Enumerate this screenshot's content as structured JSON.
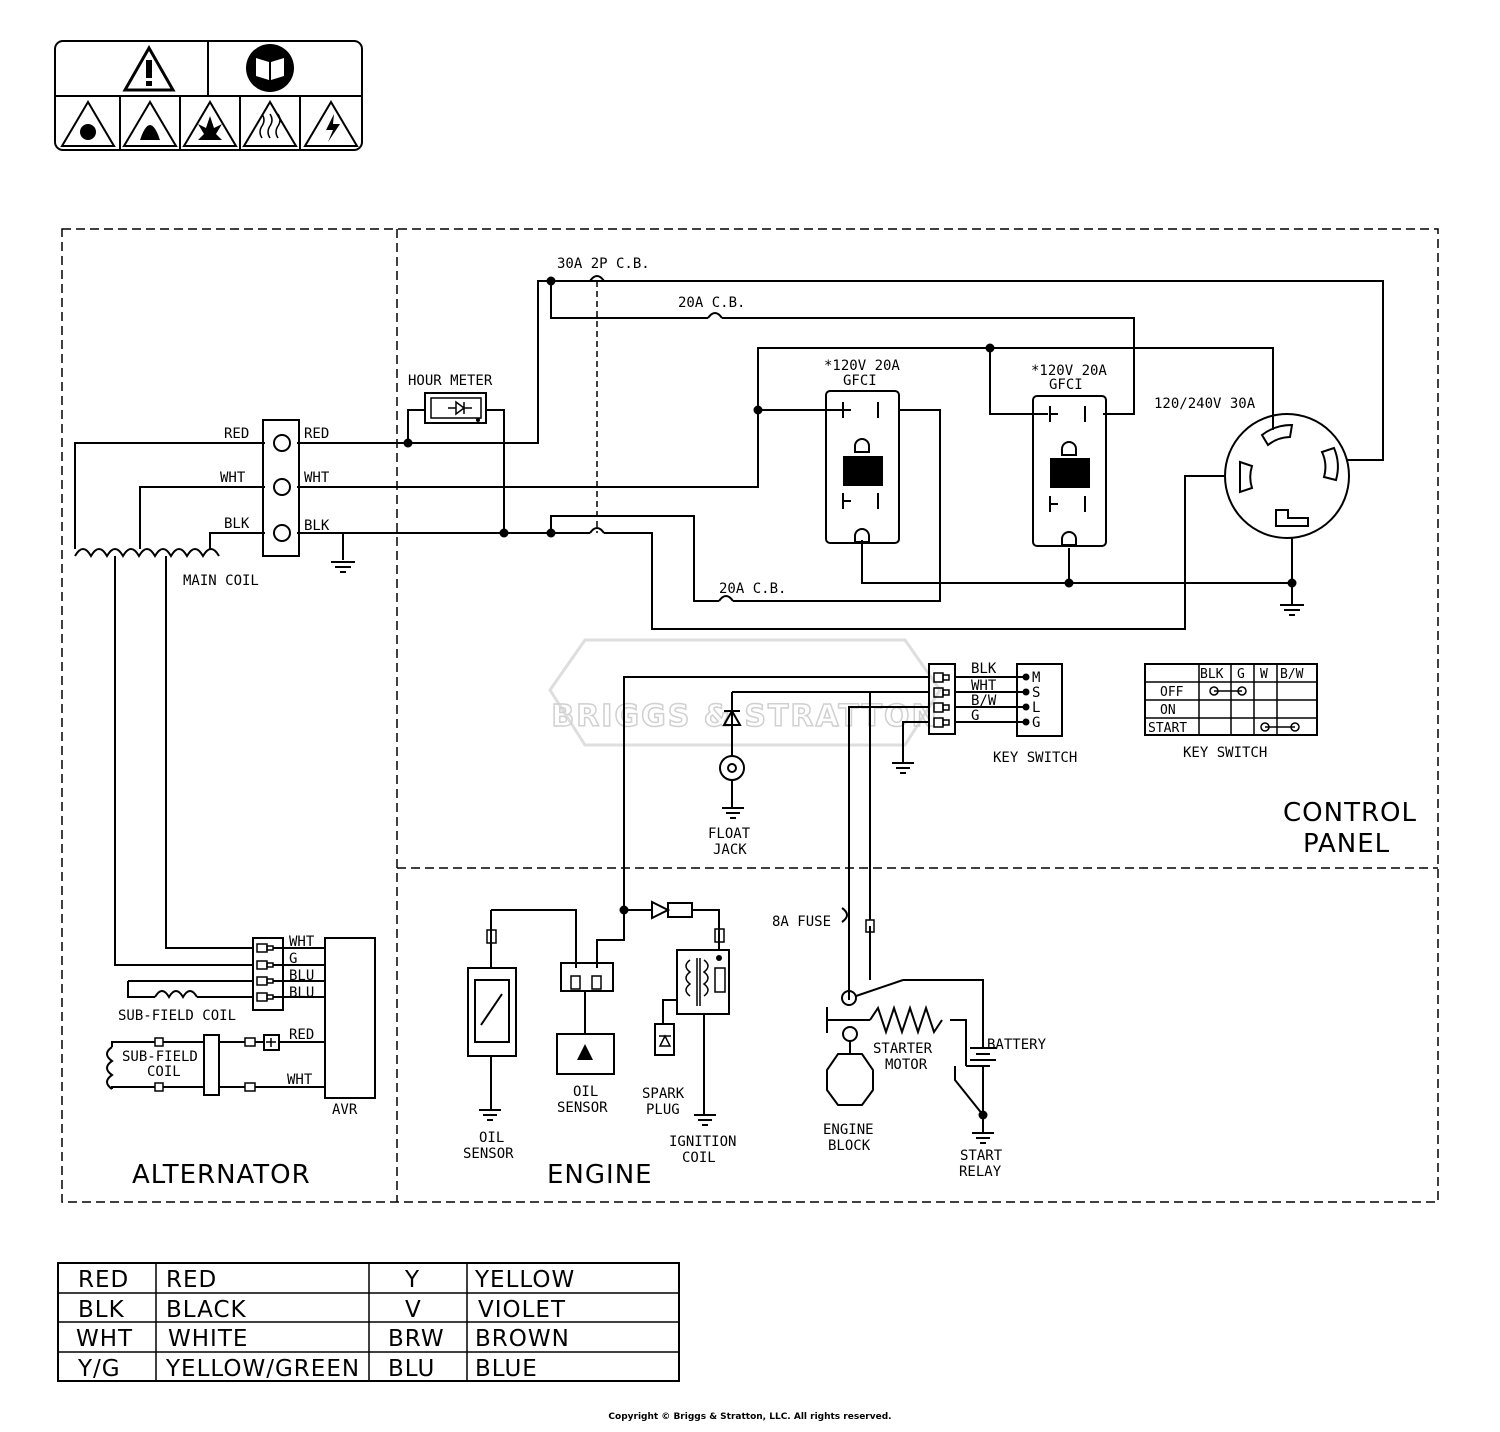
{
  "labels": {
    "cb_main": "30A 2P C.B.",
    "cb_20a": "20A C.B.",
    "hour_meter": "HOUR METER",
    "gfci_rating": "*120V 20A",
    "gfci": "GFCI",
    "twistlock": "120/240V 30A",
    "red": "RED",
    "wht": "WHT",
    "blk": "BLK",
    "main_coil": "MAIN COIL",
    "ks_blk": "BLK",
    "ks_wht": "WHT",
    "ks_bw": "B/W",
    "ks_g": "G",
    "ks_m": "M",
    "ks_s": "S",
    "ks_l": "L",
    "ks_gt": "G",
    "key_switch": "KEY SWITCH",
    "float_jack_1": "FLOAT",
    "float_jack_2": "JACK",
    "control_1": "CONTROL",
    "control_2": "PANEL",
    "avr_wht": "WHT",
    "avr_g": "G",
    "avr_blu1": "BLU",
    "avr_blu2": "BLU",
    "avr_red": "RED",
    "avr_wht2": "WHT",
    "avr": "AVR",
    "subfield_coil": "SUB-FIELD COIL",
    "subfield_1": "SUB-FIELD",
    "subfield_2": "COIL",
    "alternator": "ALTERNATOR",
    "engine": "ENGINE",
    "oil_sensor_1": "OIL",
    "oil_sensor_2": "SENSOR",
    "spark_1": "SPARK",
    "spark_2": "PLUG",
    "ign_1": "IGNITION",
    "ign_2": "COIL",
    "fuse": "8A FUSE",
    "starter_1": "STARTER",
    "starter_2": "MOTOR",
    "battery": "BATTERY",
    "block_1": "ENGINE",
    "block_2": "BLOCK",
    "relay_1": "START",
    "relay_2": "RELAY",
    "watermark": "BRIGGS & STRATTON"
  },
  "key_table": {
    "headers": [
      "BLK",
      "G",
      "W",
      "B/W"
    ],
    "rows": [
      "OFF",
      "ON",
      "START"
    ]
  },
  "legend": [
    [
      "RED",
      "RED",
      "Y",
      "YELLOW"
    ],
    [
      "BLK",
      "BLACK",
      "V",
      "VIOLET"
    ],
    [
      "WHT",
      "WHITE",
      "BRW",
      "BROWN"
    ],
    [
      "Y/G",
      "YELLOW/GREEN",
      "BLU",
      "BLUE"
    ]
  ],
  "copyright": "Copyright © Briggs & Stratton, LLC. All rights reserved."
}
